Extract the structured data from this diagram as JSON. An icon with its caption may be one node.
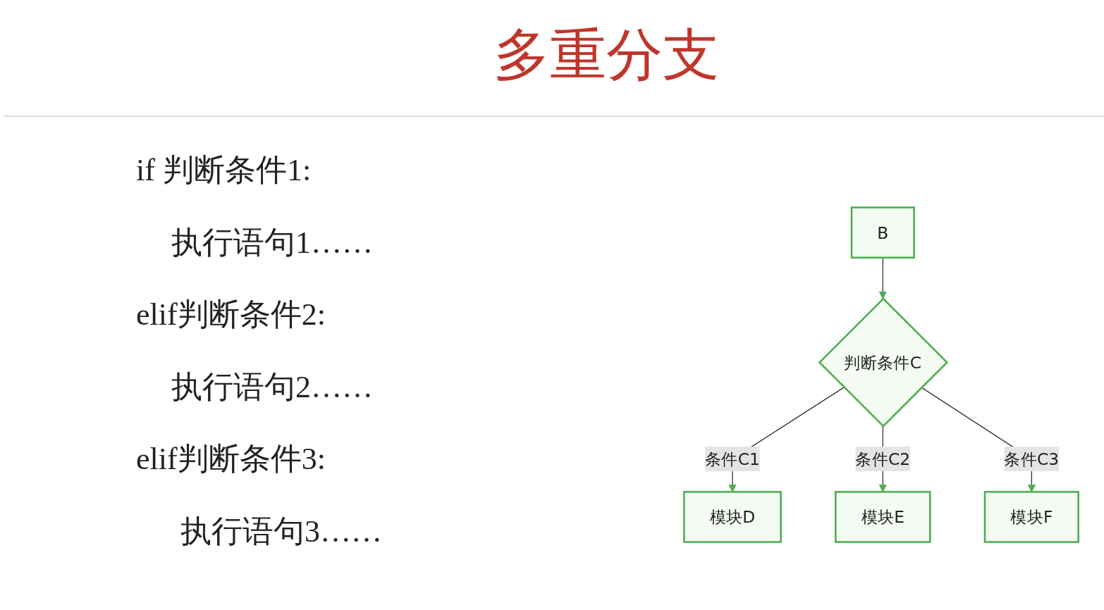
{
  "diagram": {
    "title": "多重分支",
    "nodes": [
      {
        "text": [
          "B"
        ]
      },
      {
        "text": [
          "判断条件C"
        ]
      },
      {
        "text": [
          "模块D"
        ]
      },
      {
        "text": [
          "模块E"
        ]
      },
      {
        "text": [
          "模块F"
        ]
      }
    ],
    "edges": [
      {
        "from": 0,
        "to": 1,
        "arrow": "to"
      },
      {
        "from": 1,
        "to": 2,
        "arrow": "to",
        "label": "条件C1"
      },
      {
        "from": 1,
        "to": 3,
        "arrow": "to",
        "label": "条件C2"
      },
      {
        "from": 1,
        "to": 4,
        "arrow": "to",
        "label": "条件C3"
      }
    ],
    "labels": [
      "if 判断条件1:",
      "执行语句1……",
      "elif判断条件2:",
      "执行语句2……",
      "elif判断条件3:",
      "执行语句3……"
    ]
  }
}
